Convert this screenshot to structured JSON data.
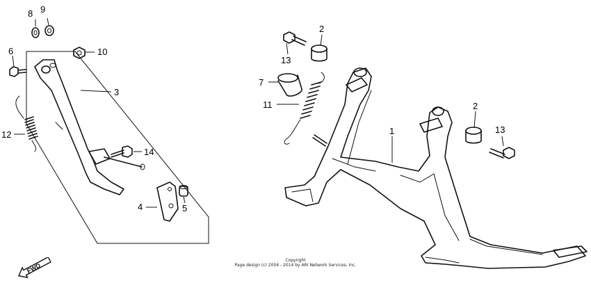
{
  "parts": [
    {
      "id": "p1",
      "label": "1"
    },
    {
      "id": "p2a",
      "label": "2"
    },
    {
      "id": "p2b",
      "label": "2"
    },
    {
      "id": "p3",
      "label": "3"
    },
    {
      "id": "p4",
      "label": "4"
    },
    {
      "id": "p5",
      "label": "5"
    },
    {
      "id": "p6",
      "label": "6"
    },
    {
      "id": "p7",
      "label": "7"
    },
    {
      "id": "p8",
      "label": "8"
    },
    {
      "id": "p9",
      "label": "9"
    },
    {
      "id": "p10",
      "label": "10"
    },
    {
      "id": "p11",
      "label": "11"
    },
    {
      "id": "p12",
      "label": "12"
    },
    {
      "id": "p13a",
      "label": "13"
    },
    {
      "id": "p13b",
      "label": "13"
    },
    {
      "id": "p14",
      "label": "14"
    }
  ],
  "copyright": {
    "line1": "Copyright",
    "line2": "Page design (c) 2004 - 2014 by ARI Network Services, Inc."
  },
  "fwd_label": "FWD"
}
